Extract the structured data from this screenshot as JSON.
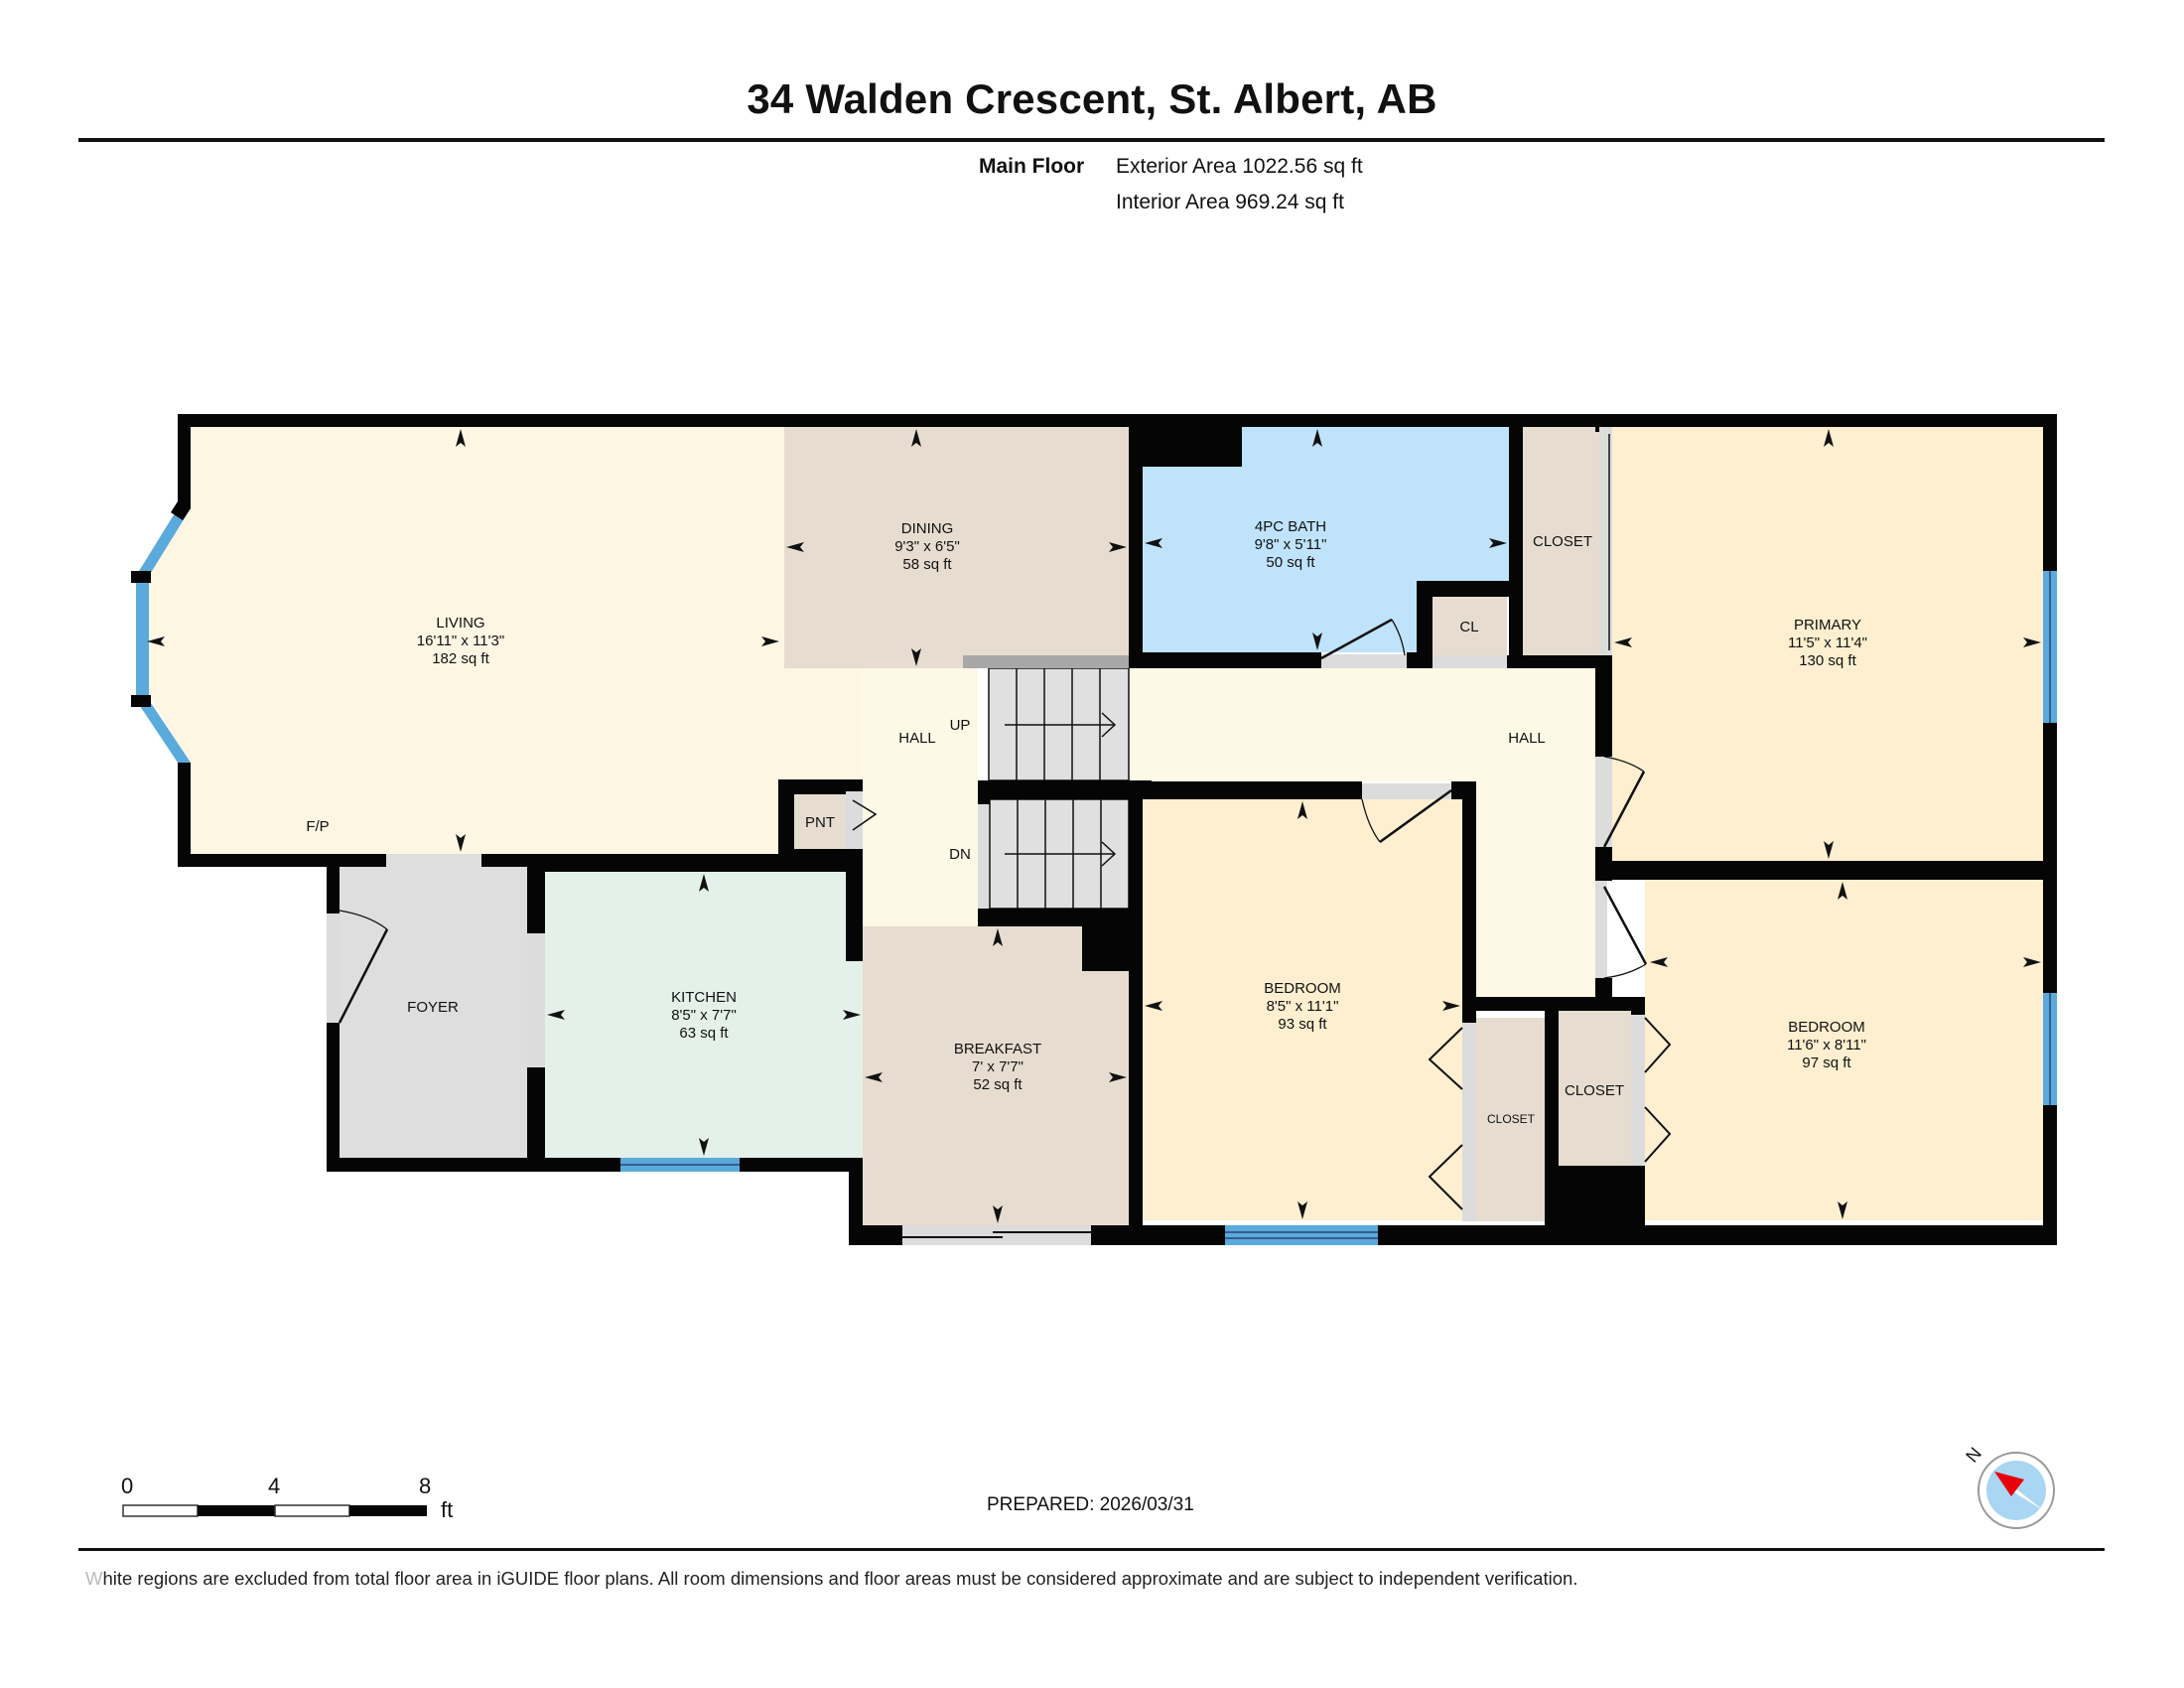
{
  "header": {
    "title": "34 Walden Crescent, St. Albert, AB",
    "floor_label": "Main Floor",
    "exterior_area": "Exterior Area 1022.56 sq ft",
    "interior_area": "Interior Area 969.24 sq ft"
  },
  "rooms": {
    "living": {
      "name": "LIVING",
      "dims": "16'11\" x 11'3\"",
      "area": "182 sq ft",
      "fill": "#fdf6e3"
    },
    "dining": {
      "name": "DINING",
      "dims": "9'3\" x 6'5\"",
      "area": "58 sq ft",
      "fill": "#e6ddd0"
    },
    "bath": {
      "name": "4PC BATH",
      "dims": "9'8\" x 5'11\"",
      "area": "50 sq ft",
      "fill": "#bfe3fb"
    },
    "primary": {
      "name": "PRIMARY",
      "dims": "11'5\" x 11'4\"",
      "area": "130 sq ft",
      "fill": "#fdefcf"
    },
    "kitchen": {
      "name": "KITCHEN",
      "dims": "8'5\" x 7'7\"",
      "area": "63 sq ft",
      "fill": "#e4f1ea"
    },
    "breakfast": {
      "name": "BREAKFAST",
      "dims": "7' x 7'7\"",
      "area": "52 sq ft",
      "fill": "#e6ddd0"
    },
    "bedroom1": {
      "name": "BEDROOM",
      "dims": "8'5\" x 11'1\"",
      "area": "93 sq ft",
      "fill": "#fdefcf"
    },
    "bedroom2": {
      "name": "BEDROOM",
      "dims": "11'6\" x 8'11\"",
      "area": "97 sq ft",
      "fill": "#fdefcf"
    }
  },
  "labels": {
    "foyer": "FOYER",
    "hall_left": "HALL",
    "hall_right": "HALL",
    "closet_primary": "CLOSET",
    "closet_cl": "CL",
    "closet_bed1": "CLOSET",
    "closet_bed2": "CLOSET",
    "pantry": "PNT",
    "fireplace": "F/P",
    "stairs_up": "UP",
    "stairs_down": "DN"
  },
  "colors": {
    "wall": "#050505",
    "hall": "#fef8e6",
    "foyer": "#dedede",
    "closet": "#e6ddd0",
    "window": "#5aaadb",
    "door_strip": "#dcdcdc",
    "stair": "#e0e0e0",
    "compass_red": "#e8000b",
    "compass_blue": "#a8d6f3"
  },
  "scale_bar": {
    "ticks": [
      "0",
      "4",
      "8"
    ],
    "unit": "ft"
  },
  "prepared": "PREPARED: 2026/03/31",
  "compass": {
    "north_label": "N"
  },
  "footer": {
    "disclaimer_first": "W",
    "disclaimer_rest": "hite regions are excluded from total floor area in iGUIDE floor plans. All room dimensions and floor areas must be considered approximate and are subject to independent verification."
  }
}
